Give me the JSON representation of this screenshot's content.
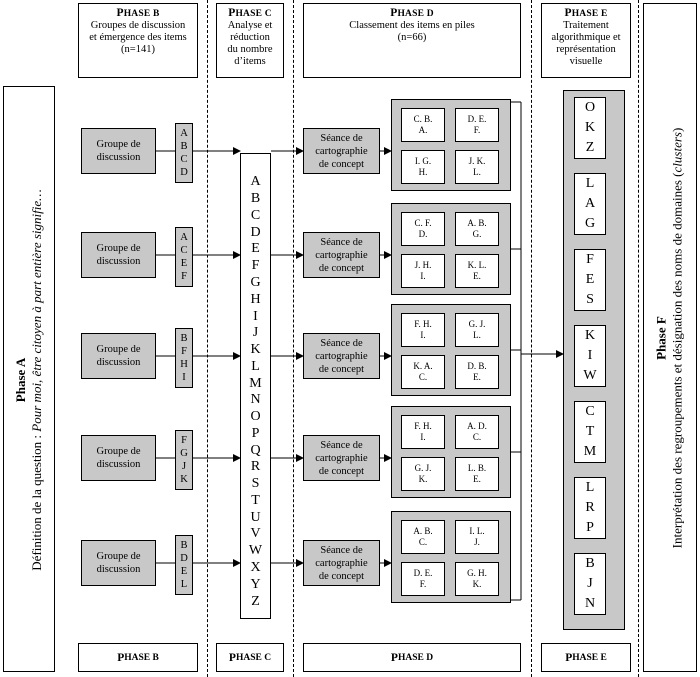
{
  "phase_a": {
    "title": "Phase A",
    "question_prefix": "Définition de la question : ",
    "question_italic": "Pour moi, être citoyen à part entière signifie…"
  },
  "phase_b": {
    "label_prefix": "P",
    "label_rest": "HASE B",
    "line1": "Groupes de discussion",
    "line2": "et émergence des items",
    "line3": "(n=141)"
  },
  "phase_c": {
    "label_prefix": "P",
    "label_rest": "HASE C",
    "line1": "Analyse et",
    "line2": "réduction",
    "line3": "du nombre",
    "line4": "d’items"
  },
  "phase_d": {
    "label_prefix": "P",
    "label_rest": "HASE D",
    "line1": "Classement des items en piles",
    "line2": "(n=66)"
  },
  "phase_e": {
    "label_prefix": "P",
    "label_rest": "HASE E",
    "line1": "Traitement",
    "line2": "algorithmique et",
    "line3": "représentation",
    "line4": "visuelle"
  },
  "phase_f": {
    "title": "Phase F",
    "text_prefix": "Interprétation des regroupements et désignation des noms de domaines (",
    "text_italic": "clusters",
    "text_suffix": ")"
  },
  "groups": [
    {
      "line1": "Groupe de",
      "line2": "discussion",
      "letters": [
        "A",
        "B",
        "C",
        "D"
      ]
    },
    {
      "line1": "Groupe de",
      "line2": "discussion",
      "letters": [
        "A",
        "C",
        "E",
        "F"
      ]
    },
    {
      "line1": "Groupe de",
      "line2": "discussion",
      "letters": [
        "B",
        "F",
        "H",
        "I"
      ]
    },
    {
      "line1": "Groupe de",
      "line2": "discussion",
      "letters": [
        "F",
        "G",
        "J",
        "K"
      ]
    },
    {
      "line1": "Groupe de",
      "line2": "discussion",
      "letters": [
        "B",
        "D",
        "E",
        "L"
      ]
    }
  ],
  "alphabet": [
    "A",
    "B",
    "C",
    "D",
    "E",
    "F",
    "G",
    "H",
    "I",
    "J",
    "K",
    "L",
    "M",
    "N",
    "O",
    "P",
    "Q",
    "R",
    "S",
    "T",
    "U",
    "V",
    "W",
    "X",
    "Y",
    "Z"
  ],
  "seance": {
    "line1": "Séance de",
    "line2": "cartographie",
    "line3": "de concept"
  },
  "sessions": [
    {
      "piles": [
        [
          "C. B.",
          "A."
        ],
        [
          "D. E.",
          "F."
        ],
        [
          "I. G.",
          "H."
        ],
        [
          "J. K.",
          "L."
        ]
      ]
    },
    {
      "piles": [
        [
          "C. F.",
          "D."
        ],
        [
          "A. B.",
          "G."
        ],
        [
          "J. H.",
          "I."
        ],
        [
          "K. L.",
          "E."
        ]
      ]
    },
    {
      "piles": [
        [
          "F. H.",
          "I."
        ],
        [
          "G. J.",
          "L."
        ],
        [
          "K. A.",
          "C."
        ],
        [
          "D. B.",
          "E."
        ]
      ]
    },
    {
      "piles": [
        [
          "F. H.",
          "I."
        ],
        [
          "A. D.",
          "C."
        ],
        [
          "G. J.",
          "K."
        ],
        [
          "L. B.",
          "E."
        ]
      ]
    },
    {
      "piles": [
        [
          "A. B.",
          "C."
        ],
        [
          "I. L.",
          "J."
        ],
        [
          "D. E.",
          "F."
        ],
        [
          "G. H.",
          "K."
        ]
      ]
    }
  ],
  "clusters": [
    [
      "O",
      "K",
      "Z"
    ],
    [
      "L",
      "A",
      "G"
    ],
    [
      "F",
      "E",
      "S"
    ],
    [
      "K",
      "I",
      "W"
    ],
    [
      "C",
      "T",
      "M"
    ],
    [
      "L",
      "R",
      "P"
    ],
    [
      "B",
      "J",
      "N"
    ]
  ]
}
